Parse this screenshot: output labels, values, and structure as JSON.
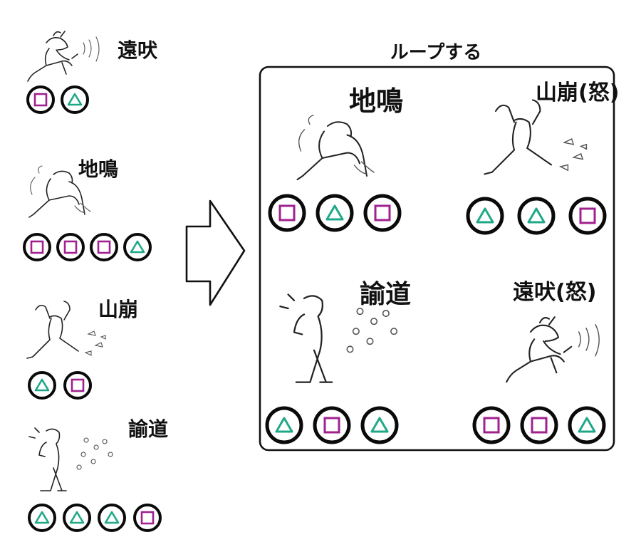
{
  "colors": {
    "square": "#a0218f",
    "triangle": "#1fa888",
    "ink": "#111111",
    "button_ring": "#0a0a0a"
  },
  "left_column": {
    "moves": [
      {
        "label": "遠吠",
        "figure_icon": "howling-warrior-icon",
        "buttons": [
          "square",
          "triangle"
        ]
      },
      {
        "label": "地鳴",
        "figure_icon": "ground-strike-warrior-icon",
        "buttons": [
          "square",
          "square",
          "square",
          "triangle"
        ]
      },
      {
        "label": "山崩",
        "figure_icon": "arms-raised-warrior-icon",
        "buttons": [
          "triangle",
          "square"
        ]
      },
      {
        "label": "諭道",
        "figure_icon": "standing-warrior-icon",
        "buttons": [
          "triangle",
          "triangle",
          "triangle",
          "square"
        ]
      }
    ]
  },
  "arrow": {
    "icon": "right-arrow-icon"
  },
  "loop_box": {
    "title": "ループする",
    "moves": [
      {
        "label": "地鳴",
        "figure_icon": "ground-strike-warrior-icon",
        "buttons": [
          "square",
          "triangle",
          "square"
        ]
      },
      {
        "label": "山崩(怒)",
        "figure_icon": "arms-raised-warrior-icon",
        "buttons": [
          "triangle",
          "triangle",
          "square"
        ]
      },
      {
        "label": "諭道",
        "figure_icon": "standing-warrior-icon",
        "buttons": [
          "triangle",
          "square",
          "triangle"
        ]
      },
      {
        "label": "遠吠(怒)",
        "figure_icon": "howling-warrior-icon",
        "buttons": [
          "square",
          "square",
          "triangle"
        ]
      }
    ]
  }
}
